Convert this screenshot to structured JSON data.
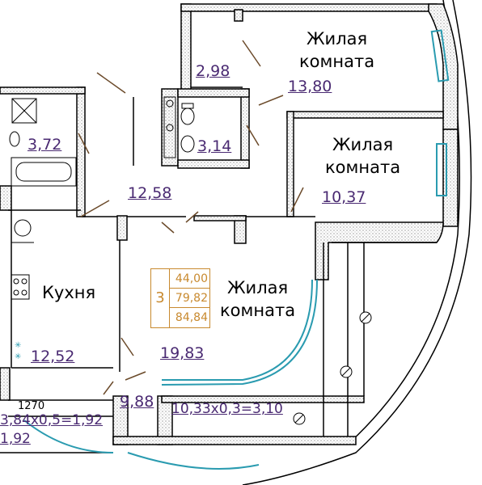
{
  "rooms": {
    "living_top": {
      "name_line1": "Жилая",
      "name_line2": "комната",
      "area": "13,80"
    },
    "living_mid": {
      "name_line1": "Жилая",
      "name_line2": "комната",
      "area": "10,37"
    },
    "living_main": {
      "name_line1": "Жилая",
      "name_line2": "комната",
      "area": "19,83"
    },
    "kitchen": {
      "name": "Кухня",
      "area": "12,52"
    },
    "hall": {
      "area": "12,58"
    },
    "bath_left": {
      "area": "3,72"
    },
    "bath_center": {
      "area": "3,14"
    },
    "closet": {
      "area": "2,98"
    },
    "corridor_bottom": {
      "area": "9,88"
    }
  },
  "balconies": {
    "calc_right": "10,33х0,3=3,10",
    "calc_left": "3,84х0,5=1,92",
    "total_left": "1,92",
    "dimension": "1270"
  },
  "apartment_info": {
    "rooms_count": "3",
    "living_area": "44,00",
    "total_area": "79,82",
    "area_with_balcony": "84,84"
  },
  "colors": {
    "wall": "#000000",
    "window": "#2a9bb0",
    "door": "#6b4a2a",
    "area_text": "#4a2a72",
    "info_box": "#c8892e"
  }
}
